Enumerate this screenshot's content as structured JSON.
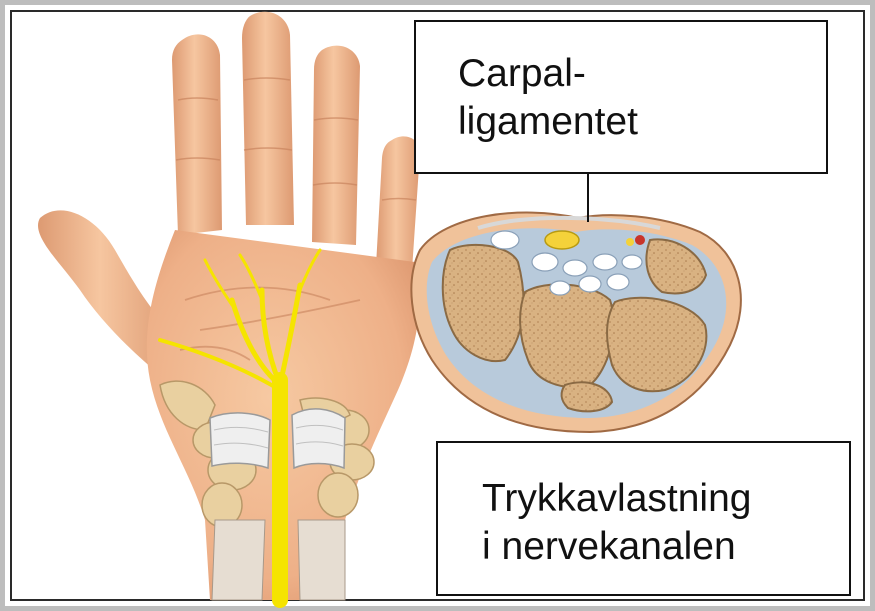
{
  "labels": {
    "carpal_ligament": [
      "Carpal-",
      "ligamentet"
    ],
    "release": [
      "Trykkavlastning",
      "i nervekanalen"
    ]
  },
  "colors": {
    "skin": "#f2b98c",
    "skin_shadow": "#d9926a",
    "nerve": "#f5e400",
    "bone": "#e9d0a0",
    "bone_cross_section": "#d9b282",
    "tissue": "#b8cadb",
    "frame": "#bdbdbd"
  }
}
